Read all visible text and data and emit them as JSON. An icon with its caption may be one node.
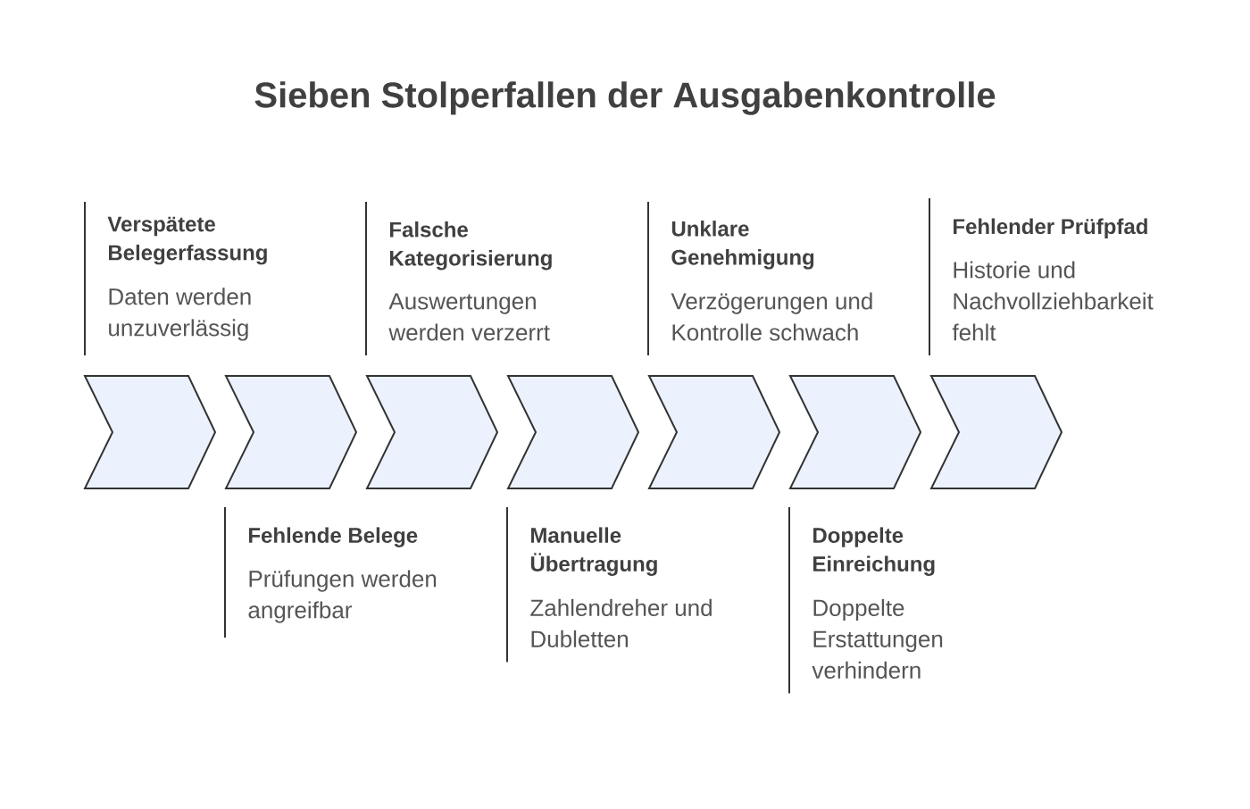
{
  "diagram": {
    "title": "Sieben Stolperfallen der Ausgabenkontrolle",
    "nodes": [
      {
        "text": [
          "Verspätete Belegerfassung",
          "Daten werden unzuverlässig"
        ]
      },
      {
        "text": [
          "Falsche Kategorisierung",
          "Auswertungen werden verzerrt"
        ]
      },
      {
        "text": [
          "Unklare Genehmigung",
          "Verzögerungen und Kontrolle schwach"
        ]
      },
      {
        "text": [
          "Fehlender Prüfpfad",
          "Historie und Nachvollziehbarkeit fehlt"
        ]
      },
      {
        "text": [],
        "shape": "chevron"
      },
      {
        "text": [],
        "shape": "chevron"
      },
      {
        "text": [],
        "shape": "chevron"
      },
      {
        "text": [],
        "shape": "chevron"
      },
      {
        "text": [],
        "shape": "chevron"
      },
      {
        "text": [],
        "shape": "chevron"
      },
      {
        "text": [],
        "shape": "chevron"
      },
      {
        "text": [
          "Fehlende Belege",
          "Prüfungen werden angreifbar"
        ]
      },
      {
        "text": [
          "Manuelle Übertragung",
          "Zahlendreher und Dubletten"
        ]
      },
      {
        "text": [
          "Doppelte Einreichung",
          "Doppelte Erstattungen verhindern"
        ]
      }
    ]
  }
}
